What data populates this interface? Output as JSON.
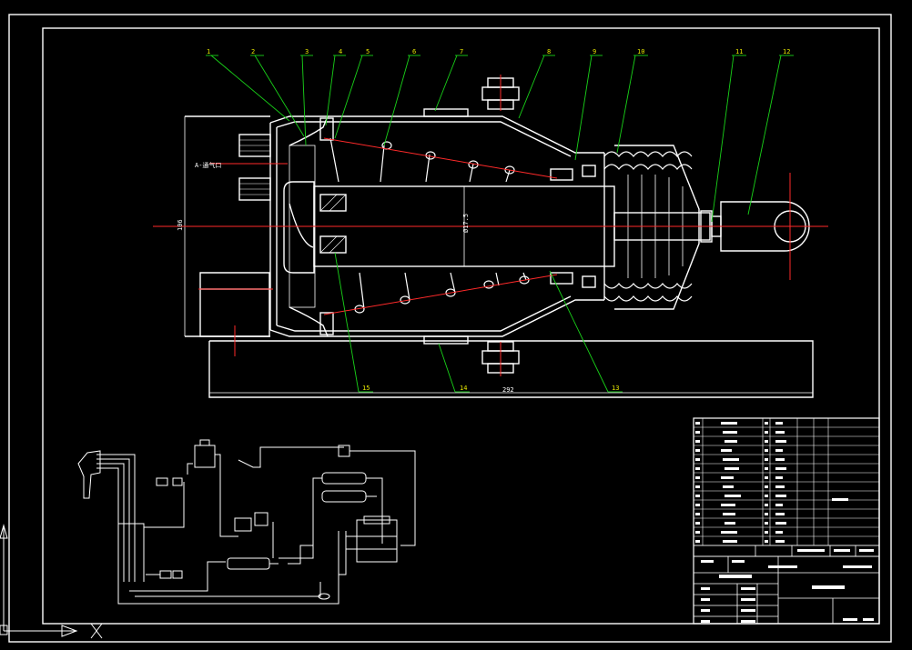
{
  "drawing": {
    "part_labels": [
      "1",
      "2",
      "3",
      "4",
      "5",
      "6",
      "7",
      "8",
      "9",
      "10",
      "11",
      "12",
      "13",
      "14",
      "15"
    ],
    "port_label": "A-通气口",
    "dim_height": "106",
    "dim_length": "292",
    "dim_rod": "Ø17.5"
  },
  "colors": {
    "background": "#000000",
    "outline": "#ffffff",
    "centerline": "#ff2a2a",
    "leader": "#19d219",
    "label_text": "#e6e600"
  }
}
